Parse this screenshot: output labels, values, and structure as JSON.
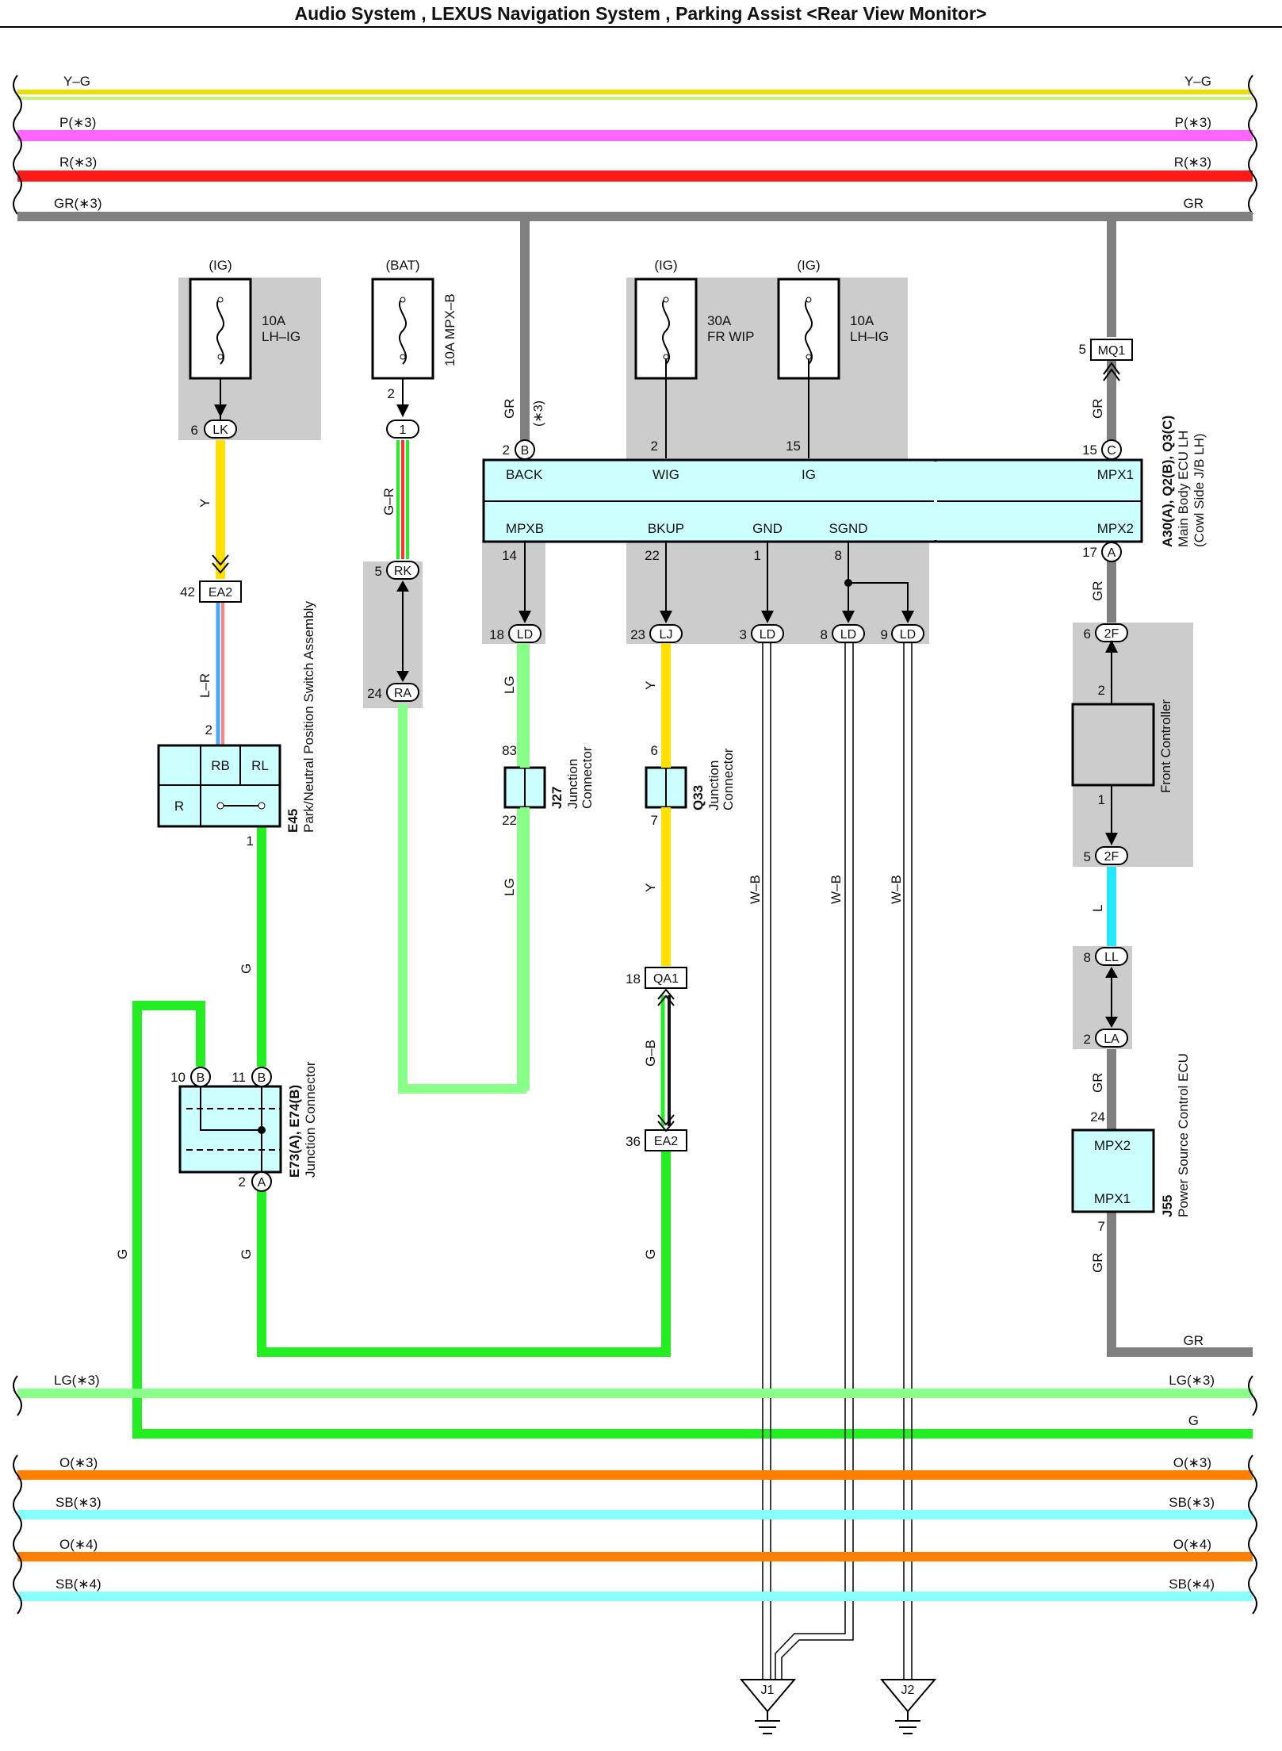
{
  "title": "Audio System , LEXUS Navigation System , Parking Assist <Rear View Monitor>",
  "colors": {
    "Y-G": "#e8e000",
    "Y-G2": "#b8e060",
    "P": "#ff66ff",
    "R": "#ff1a1a",
    "GR": "#808080",
    "Y": "#ffe000",
    "LB": "#44aaff",
    "LR": "#ff8080",
    "G": "#22ee22",
    "LG": "#88ff88",
    "L": "#22e8ff",
    "O": "#ff8000",
    "SB": "#88ffff",
    "box": "#ccffff",
    "shade": "#cccccc"
  },
  "buses_top": [
    {
      "left": "Y–G",
      "right": "Y–G"
    },
    {
      "left": "P(∗3)",
      "right": "P(∗3)"
    },
    {
      "left": "R(∗3)",
      "right": "R(∗3)"
    },
    {
      "left": "GR(∗3)",
      "right": "GR"
    }
  ],
  "buses_bottom": [
    {
      "left": "LG(∗3)",
      "right": "LG(∗3)"
    },
    {
      "left": "",
      "right": "G"
    },
    {
      "left": "O(∗3)",
      "right": "O(∗3)"
    },
    {
      "left": "SB(∗3)",
      "right": "SB(∗3)"
    },
    {
      "left": "O(∗4)",
      "right": "O(∗4)"
    },
    {
      "left": "SB(∗4)",
      "right": "SB(∗4)"
    }
  ],
  "fuses": [
    {
      "source": "(IG)",
      "rating": "10A",
      "name": "LH–IG"
    },
    {
      "source": "(BAT)",
      "name": "10A MPX–B"
    },
    {
      "source": "(IG)",
      "rating": "30A",
      "name": "FR WIP"
    },
    {
      "source": "(IG)",
      "rating": "10A",
      "name": "LH–IG"
    }
  ],
  "ecu": {
    "id": "A30(A), Q2(B), Q3(C)",
    "name": "Main Body ECU LH",
    "sub": "(Cowl Side J/B LH)",
    "top_pins": [
      "BACK",
      "WIG",
      "IG",
      "MPX1"
    ],
    "bottom_pins": [
      "MPXB",
      "BKUP",
      "GND",
      "SGND",
      "MPX2"
    ]
  },
  "park_switch": {
    "id": "E45",
    "name": "Park/Neutral Position Switch Assembly",
    "cells": [
      "RB",
      "RL",
      "R"
    ]
  },
  "jc_e73": {
    "id": "E73(A), E74(B)",
    "name": "Junction Connector"
  },
  "jc_j27": {
    "id": "J27",
    "name": "Junction",
    "name2": "Connector"
  },
  "jc_q33": {
    "id": "Q33",
    "name": "Junction",
    "name2": "Connector"
  },
  "front_controller": {
    "name": "Front Controller"
  },
  "psc_ecu": {
    "id": "J55",
    "name": "Power Source Control ECU",
    "pins": [
      "MPX2",
      "MPX1"
    ]
  },
  "grounds": [
    "J1",
    "J2"
  ],
  "connectors": {
    "LK": "LK",
    "EA2": "EA2",
    "RK": "RK",
    "RA": "RA",
    "one": "1",
    "LD": "LD",
    "LJ": "LJ",
    "QA1": "QA1",
    "MQ1": "MQ1",
    "F2": "2F",
    "LL": "LL",
    "LA": "LA",
    "A": "A",
    "B": "B",
    "C": "C"
  },
  "pins": {
    "lk": "6",
    "ea2a": "42",
    "sw2": "2",
    "sw1": "1",
    "e10": "10",
    "e11": "11",
    "e2": "2",
    "bat2": "2",
    "rk": "5",
    "ra": "24",
    "back": "2",
    "m14": "14",
    "ld18": "18",
    "j83": "83",
    "j22": "22",
    "wig": "2",
    "bk22": "22",
    "lj23": "23",
    "q6": "6",
    "q7": "7",
    "qa18": "18",
    "ea36": "36",
    "ig15": "15",
    "gnd1": "1",
    "ld3": "3",
    "sg8": "8",
    "ld8": "8",
    "ld9": "9",
    "mq5": "5",
    "c15": "15",
    "a17": "17",
    "f6": "6",
    "fc2": "2",
    "fc1": "1",
    "f5": "5",
    "ll8": "8",
    "la2": "2",
    "ps24": "24",
    "ps7": "7"
  },
  "wires": {
    "Y": "Y",
    "LR": "L–R",
    "G": "G",
    "GR": "GR",
    "GRs3": "(∗3)",
    "GmR": "G–R",
    "LG": "LG",
    "GB": "G–B",
    "WB": "W–B",
    "L": "L"
  }
}
